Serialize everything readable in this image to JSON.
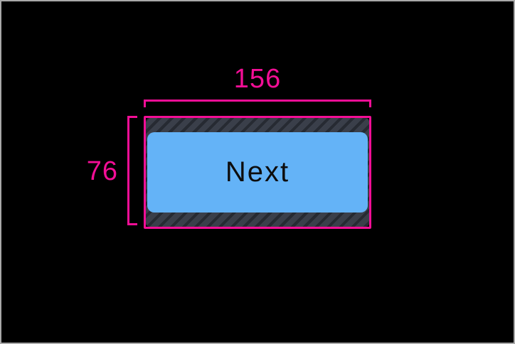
{
  "canvas": {
    "description": "layout measurement overlay on black background"
  },
  "measurements": {
    "width_label": "156",
    "height_label": "76"
  },
  "button": {
    "label": "Next"
  },
  "colors": {
    "background": "#000000",
    "frame_border": "#a9a9a9",
    "measurement_pink": "#f30e96",
    "hatch_base": "#3a3f4a",
    "hatch_stripe": "#262a32",
    "button_fill": "#64b3f7",
    "button_text": "#0d0d0d"
  }
}
